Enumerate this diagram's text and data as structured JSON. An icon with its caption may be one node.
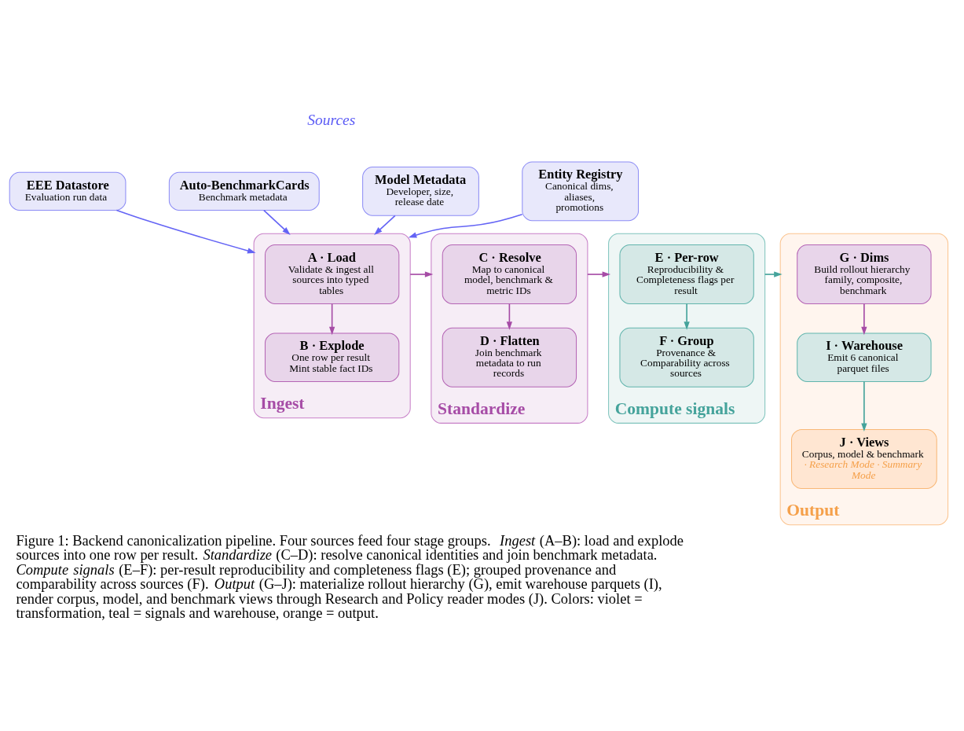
{
  "diagram": {
    "caption": "Figure 1: Backend canonicalization pipeline. Four sources feed four stage groups. *Ingest* (A–B): load and explode sources into one row per result. *Standardize* (C–D): resolve canonical identities and join benchmark metadata. *Compute signals* (E–F): per-result reproducibility and completeness flags (E); grouped provenance and comparability across sources (F). *Output* (G–J): materialize rollout hierarchy (G), emit warehouse parquets (I), render corpus, model, and benchmark views through Research and Policy reader modes (J). Colors: violet = transformation, teal = signals and warehouse, orange = output.",
    "nodes": [
      {
        "text": [
          "EEE Datastore",
          "Evaluation run data"
        ]
      },
      {
        "text": [
          "Auto-BenchmarkCards",
          "Benchmark metadata"
        ]
      },
      {
        "text": [
          "Model Metadata",
          "Developer, size, release date"
        ]
      },
      {
        "text": [
          "Entity Registry",
          "Canonical dims, aliases, promotions"
        ]
      },
      {
        "text": [
          "Ingest"
        ]
      },
      {
        "text": [
          "A · Load",
          "Validate & ingest all sources into typed tables"
        ],
        "in": 4
      },
      {
        "text": [
          "B · Explode",
          "One row per result Mint stable fact IDs"
        ],
        "in": 4
      },
      {
        "text": [
          "Standardize"
        ]
      },
      {
        "text": [
          "C · Resolve",
          "Map to canonical model, benchmark & metric IDs"
        ],
        "in": 7
      },
      {
        "text": [
          "D · Flatten",
          "Join benchmark metadata to run records"
        ],
        "in": 7
      },
      {
        "text": [
          "Compute signals"
        ]
      },
      {
        "text": [
          "E · Per-row",
          "Reproducibility & Completeness flags per result"
        ],
        "in": 10
      },
      {
        "text": [
          "F · Group",
          "Provenance & Comparability across sources"
        ],
        "in": 10
      },
      {
        "text": [
          "Output"
        ]
      },
      {
        "text": [
          "G · Dims",
          "Build rollout hierarchy family, composite, benchmark"
        ],
        "in": 13
      },
      {
        "text": [
          "I · Warehouse",
          "Emit 6 canonical parquet files"
        ],
        "in": 13
      },
      {
        "text": [
          "J · Views",
          "Corpus, model & benchmark",
          "· Research Mode · Summary Mode"
        ],
        "in": 13
      }
    ],
    "edges": [
      {
        "from": 0,
        "to": 4,
        "arrow": "to",
        "color": "#6464f5"
      },
      {
        "from": 1,
        "to": 4,
        "arrow": "to",
        "color": "#6464f5"
      },
      {
        "from": 2,
        "to": 4,
        "arrow": "to",
        "color": "#6464f5"
      },
      {
        "from": 3,
        "to": 4,
        "arrow": "to",
        "color": "#6464f5"
      },
      {
        "from": 5,
        "to": 6,
        "arrow": "to"
      },
      {
        "from": 4,
        "to": 7,
        "arrow": "to"
      },
      {
        "from": 8,
        "to": 9,
        "arrow": "to"
      },
      {
        "from": 7,
        "to": 10,
        "arrow": "to"
      },
      {
        "from": 11,
        "to": 12,
        "arrow": "to",
        "color": "#45a39b"
      },
      {
        "from": 10,
        "to": 13,
        "arrow": "to",
        "color": "#45a39b"
      },
      {
        "from": 14,
        "to": 15,
        "arrow": "to"
      },
      {
        "from": 15,
        "to": 16,
        "arrow": "to",
        "color": "#45a39b"
      }
    ],
    "labels": [
      "Sources"
    ]
  }
}
